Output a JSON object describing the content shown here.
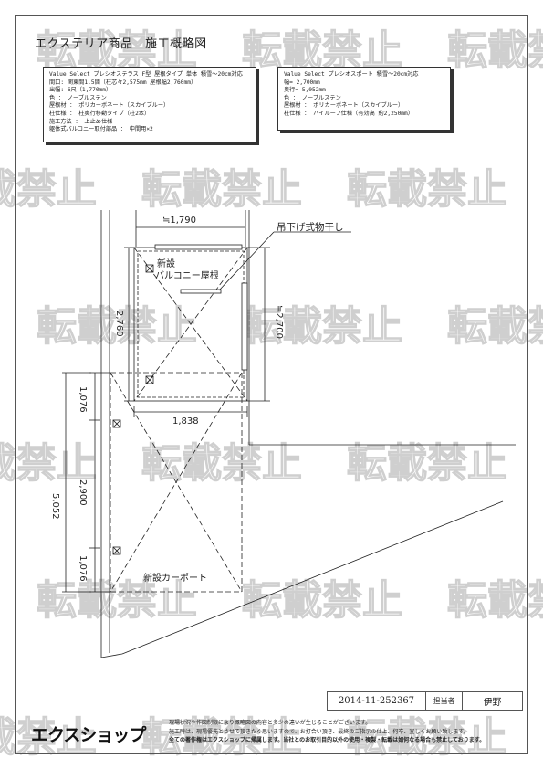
{
  "title": "エクステリア商品　施工概略図",
  "spec_terrace": {
    "lines": [
      "Value Select プレシオステラス F型 屋根タイプ 単体 積雪～20cm対応",
      "間口: 関東間1.5間（柱芯々2,575mm 屋根幅2,760mm）",
      "出幅: 6尺（1,770mm）",
      "色 ： ノーブルステン",
      "屋根材 ： ポリカーボネート（スカイブルー）",
      "柱仕様 ： 柱奥行移動タイプ（柱2本）",
      "施工方法 ： 上止め仕様",
      "躯体式バルコニー取付部品 ： 中間用×2"
    ]
  },
  "spec_carport": {
    "lines": [
      "Value Select プレシオスポート 積雪～20cm対応",
      "幅= 2,700mm",
      "奥行= 5,052mm",
      "色 ： ノーブルステン",
      "屋根材 ： ポリカーボネート（スカイブルー）",
      "柱仕様 ： ハイルーフ仕様（有効高 約2,250mm）"
    ]
  },
  "drawing": {
    "dim_top_width": "≒1,790",
    "label_hanger": "吊下げ式物干し",
    "label_balcony_line1": "新設",
    "label_balcony_line2": "バルコニー屋根",
    "dim_left_depth": "2,760",
    "dim_right_depth": "≒2,700",
    "dim_mid_width": "1,838",
    "dim_1076_top": "1,076",
    "dim_2900": "2,900",
    "dim_5052": "5,052",
    "dim_1076_bottom": "1,076",
    "label_carport": "新設カーポート"
  },
  "watermark_text": "転載禁止",
  "title_block": {
    "drawing_id": "2014-11-252367",
    "role": "担当者",
    "person": "伊野"
  },
  "brand": "エクスショップ",
  "notice": {
    "lines": [
      "現場状況や作図制限により概略図の内容と多少の違いが生じることがございます。",
      "施工時は、現場優先とさせて頂きたく思いますので、お打合い頂き、最終のご指示の仕上、何卒、宜しくお願い致します。"
    ],
    "bold_line": "全ての著作権はエクスショップに帰属します。当社とのお取引目的以外の使用・複製・転載は如何なる場合も禁止しております。"
  }
}
